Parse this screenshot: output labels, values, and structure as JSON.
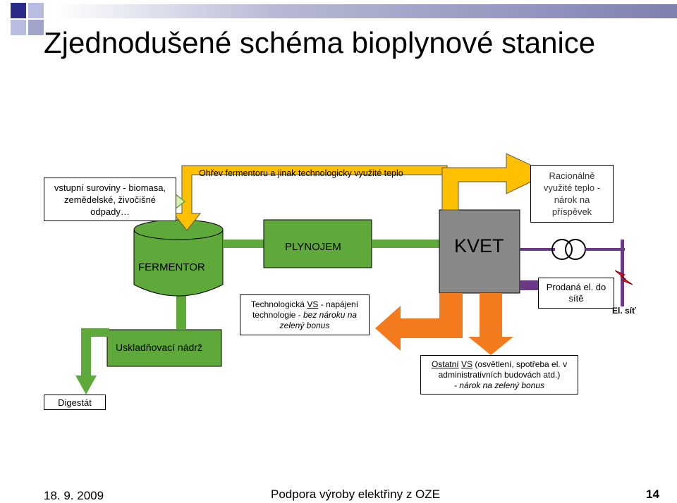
{
  "slide": {
    "title": "Zjednodušené schéma bioplynové stanice",
    "footer_date": "18. 9. 2009",
    "footer_center": "Podpora výroby elektřiny z OZE",
    "page_number": "14"
  },
  "diagram": {
    "input_box_line1": "vstupní suroviny - biomasa,",
    "input_box_line2": "zemědelské, živočišné",
    "input_box_line3": "odpady…",
    "heating_label": "Ohřev fermentoru a jinak technologicky využité teplo",
    "heat_box_line1": "Racionálně",
    "heat_box_line2": "využité teplo -",
    "heat_box_line3": "nárok na",
    "heat_box_line4": "příspěvek",
    "fermentor_label": "FERMENTOR",
    "gasholder_label": "PLYNOJEM",
    "chp_label": "KVET",
    "tech_box_line1a": "Technologická",
    "tech_box_line1b": "VS",
    "tech_box_line1c": "- napájení",
    "tech_box_line2": "technologie -",
    "tech_box_line2b": "bez nároku na",
    "tech_box_line3": "zelený bonus",
    "sold_line1": "Prodaná el. do",
    "sold_line2": "sítě",
    "grid_label": "El. síť",
    "storage_label": "Uskladňovací nádrž",
    "other_line1a": "Ostatní",
    "other_line1b": "VS",
    "other_line1c": "(osvětlení, spotřeba el. v",
    "other_line2": "administrativních budovách atd.)",
    "other_line3": "- nárok na zelený bonus",
    "digestate_label": "Digestát"
  },
  "colors": {
    "green": "#5fa83a",
    "light_green": "#d9f0b0",
    "orange": "#f47a1e",
    "yellow": "#ffc000",
    "purple": "#6a3a86",
    "gray": "#888888",
    "navy": "#2a2a8a",
    "lightblue": "#c0c4e0",
    "red": "#e82020"
  }
}
